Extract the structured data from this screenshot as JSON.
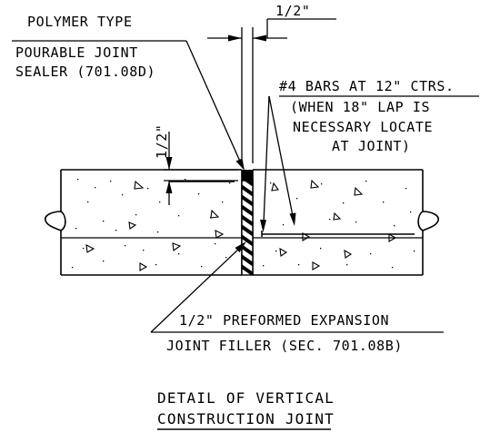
{
  "labels": {
    "polymer_line1": "POLYMER TYPE",
    "polymer_line2": "POURABLE JOINT",
    "polymer_line3": "SEALER (701.08D)",
    "joint_width": "1/2\"",
    "bars_line1": "#4 BARS AT 12\" CTRS.",
    "bars_line2": "(WHEN 18\" LAP IS",
    "bars_line3": "NECESSARY LOCATE",
    "bars_line4": "AT JOINT)",
    "sealer_depth": "1/2\"",
    "filler_line1": "1/2\" PREFORMED EXPANSION",
    "filler_line2": "JOINT FILLER (SEC. 701.08B)"
  },
  "title": {
    "line1": "DETAIL OF VERTICAL",
    "line2": "CONSTRUCTION JOINT"
  },
  "colors": {
    "ink": "#000000",
    "background": "#ffffff"
  }
}
